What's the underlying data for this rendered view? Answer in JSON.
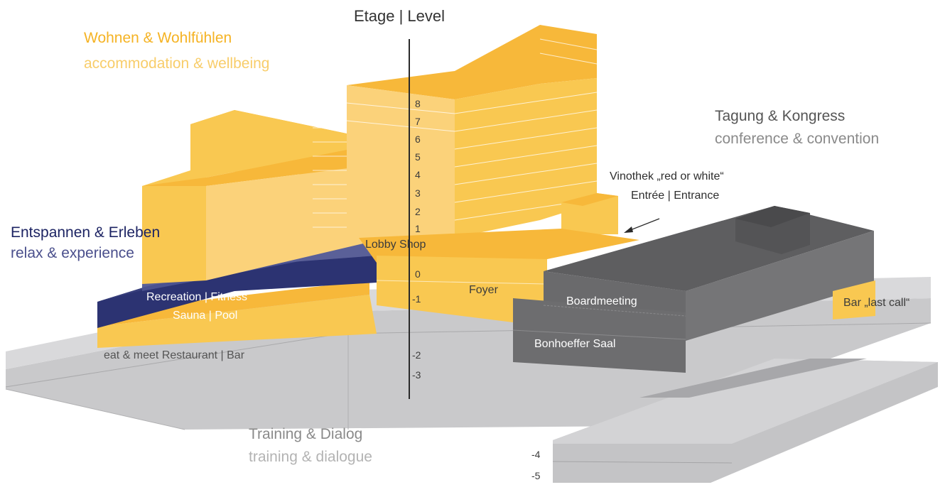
{
  "axis_title": "Etage | Level",
  "zones": {
    "wohnen": {
      "title": "Wohnen & Wohlfühlen",
      "subtitle": "accommodation & wellbeing",
      "title_color": "#f5b324",
      "subtitle_color": "#f8cd6a"
    },
    "tagung": {
      "title": "Tagung & Kongress",
      "subtitle": "conference & convention",
      "title_color": "#555555",
      "subtitle_color": "#8a8a8a"
    },
    "entspannen": {
      "title": "Entspannen & Erleben",
      "subtitle": "relax & experience",
      "title_color": "#1d2463",
      "subtitle_color": "#4a4f8c"
    },
    "training": {
      "title": "Training & Dialog",
      "subtitle": "training & dialogue",
      "title_color": "#8a8a8a",
      "subtitle_color": "#b3b3b3"
    }
  },
  "levels": [
    "8",
    "7",
    "6",
    "5",
    "4",
    "3",
    "2",
    "1",
    "0",
    "-1",
    "-2",
    "-3",
    "-4",
    "-5"
  ],
  "rooms": {
    "lobby_shop": "Lobby Shop",
    "foyer": "Foyer",
    "recreation": "Recreation | Fitness",
    "sauna": "Sauna | Pool",
    "restaurant": "eat & meet Restaurant | Bar",
    "boardmeeting": "Boardmeeting",
    "bonhoeffer": "Bonhoeffer Saal",
    "bar_last_call": "Bar „last call“"
  },
  "annotations": {
    "vinothek": "Vinothek „red or white“",
    "entrance": "Entrée | Entrance"
  },
  "colors": {
    "yellow": "#f9c851",
    "yellow_top": "#f7b83a",
    "navy": "#39407d",
    "gray_dark": "#6a6a6c",
    "gray_light": "#c7c7c9"
  }
}
